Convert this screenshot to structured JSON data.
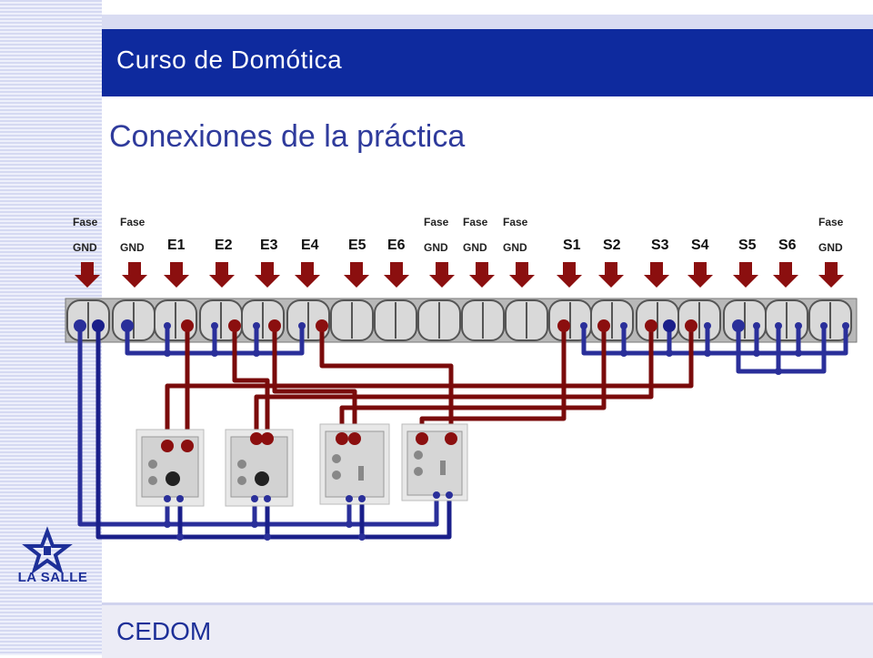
{
  "header": {
    "title": "Curso de Domótica"
  },
  "slide": {
    "title": "Conexiones de la práctica"
  },
  "footer": {
    "text": "CEDOM"
  },
  "logo": {
    "text": "LA SALLE"
  },
  "terminals": {
    "left_pair_1": {
      "top": "Fase",
      "bottom": "GND"
    },
    "left_pair_2": {
      "top": "Fase",
      "bottom": "GND"
    },
    "mid_pair_1": {
      "top": "Fase",
      "bottom": "GND"
    },
    "mid_pair_2": {
      "top": "Fase",
      "bottom": "GND"
    },
    "mid_pair_3": {
      "top": "Fase",
      "bottom": "GND"
    },
    "right_pair": {
      "top": "Fase",
      "bottom": "GND"
    },
    "inputs": [
      "E1",
      "E2",
      "E3",
      "E4",
      "E5",
      "E6"
    ],
    "outputs": [
      "S1",
      "S2",
      "S3",
      "S4",
      "S5",
      "S6"
    ]
  },
  "colors": {
    "header": "#0e2a9e",
    "phase_wire": "#7a0b0b",
    "ground_wire": "#1a1f8a",
    "arrow": "#8b0f0f"
  }
}
